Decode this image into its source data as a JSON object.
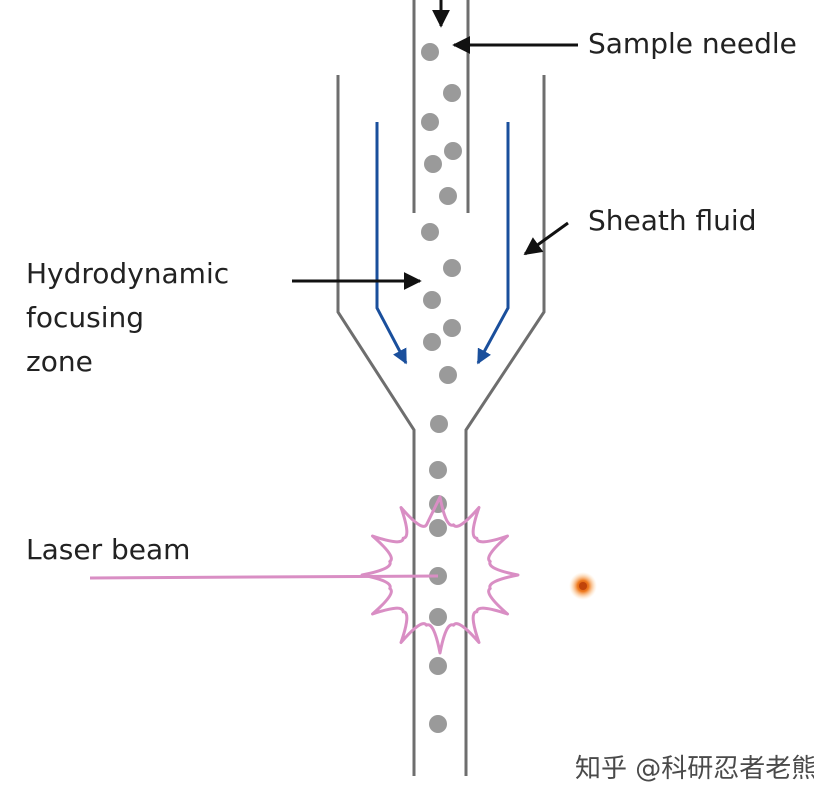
{
  "labels": {
    "sample_needle": "Sample needle",
    "sheath_fluid": "Sheath fluid",
    "hydrodynamic_focusing_zone": [
      "Hydrodynamic",
      "focusing",
      "zone"
    ],
    "laser_beam": "Laser beam"
  },
  "watermark": "知乎 @科研忍者老熊",
  "colors": {
    "wall": "#6e6e6e",
    "arrow": "#111111",
    "sheath_arrow": "#1a4f9c",
    "particle": "#9a9a9a",
    "laser": "#d98ec4",
    "laser_spot": "#ef7a1f"
  }
}
